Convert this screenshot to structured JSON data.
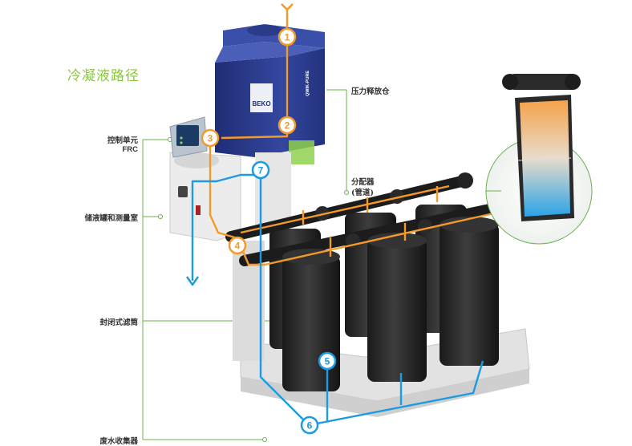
{
  "title": "冷凝液路径",
  "labels": {
    "control_unit_line1": "控制单元",
    "control_unit_line2": "FRC",
    "storage_tank": "储液罐和测量室",
    "sealed_filter": "封闭式滤筒",
    "waste_collector": "废水收集器",
    "pressure_release": "压力释放仓",
    "distributor_line1": "分配器",
    "distributor_line2": "(管道)"
  },
  "product": {
    "brand": "BEKO",
    "model": "QWIK-PURE"
  },
  "steps": [
    {
      "number": "1",
      "kind": "inflow"
    },
    {
      "number": "2",
      "kind": "inflow"
    },
    {
      "number": "3",
      "kind": "inflow"
    },
    {
      "number": "4",
      "kind": "inflow"
    },
    {
      "number": "5",
      "kind": "outflow"
    },
    {
      "number": "6",
      "kind": "outflow"
    },
    {
      "number": "7",
      "kind": "outflow"
    }
  ],
  "colors": {
    "title": "#8cc63f",
    "leader": "#6ab04c",
    "inflow": "#f39a2b",
    "outflow": "#1d9be0",
    "housing": "#2c3e8f",
    "filter": "#2a2a2a"
  }
}
